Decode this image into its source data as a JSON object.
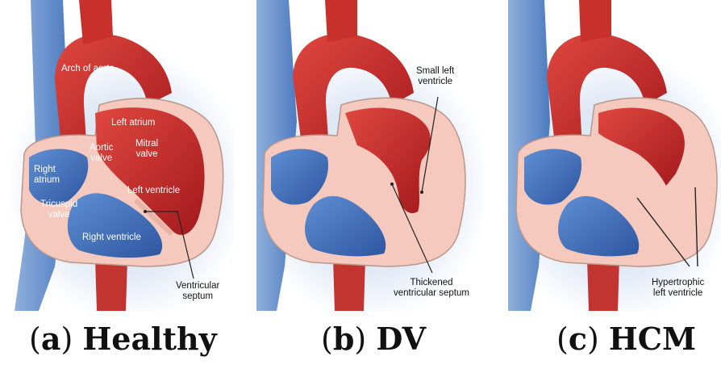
{
  "panels": [
    {
      "caption_letter": "a",
      "caption_title": "Healthy",
      "labels": {
        "arch_of_aorta": "Arch of aorta",
        "left_atrium": "Left atrium",
        "aortic_valve_1": "Aortic",
        "aortic_valve_2": "valve",
        "mitral_valve_1": "Mitral",
        "mitral_valve_2": "valve",
        "right_atrium_1": "Right",
        "right_atrium_2": "atrium",
        "left_ventricle": "Left ventricle",
        "tricuspid_valve_1": "Tricuspid",
        "tricuspid_valve_2": "valve",
        "right_ventricle": "Right ventricle",
        "ventricular_septum_1": "Ventricular",
        "ventricular_septum_2": "septum"
      }
    },
    {
      "caption_letter": "b",
      "caption_title": "DV",
      "labels": {
        "small_left_ventricle_1": "Small left",
        "small_left_ventricle_2": "ventricle",
        "thickened_septum_1": "Thickened",
        "thickened_septum_2": "ventricular septum"
      }
    },
    {
      "caption_letter": "c",
      "caption_title": "HCM",
      "labels": {
        "hypertrophic_lv_1": "Hypertrophic",
        "hypertrophic_lv_2": "left ventricle"
      }
    }
  ],
  "colors": {
    "vein_blue": "#3f6fb5",
    "artery_red": "#c9302c",
    "muscle_pink": "#f5c9bd",
    "background": "#ffffff"
  }
}
